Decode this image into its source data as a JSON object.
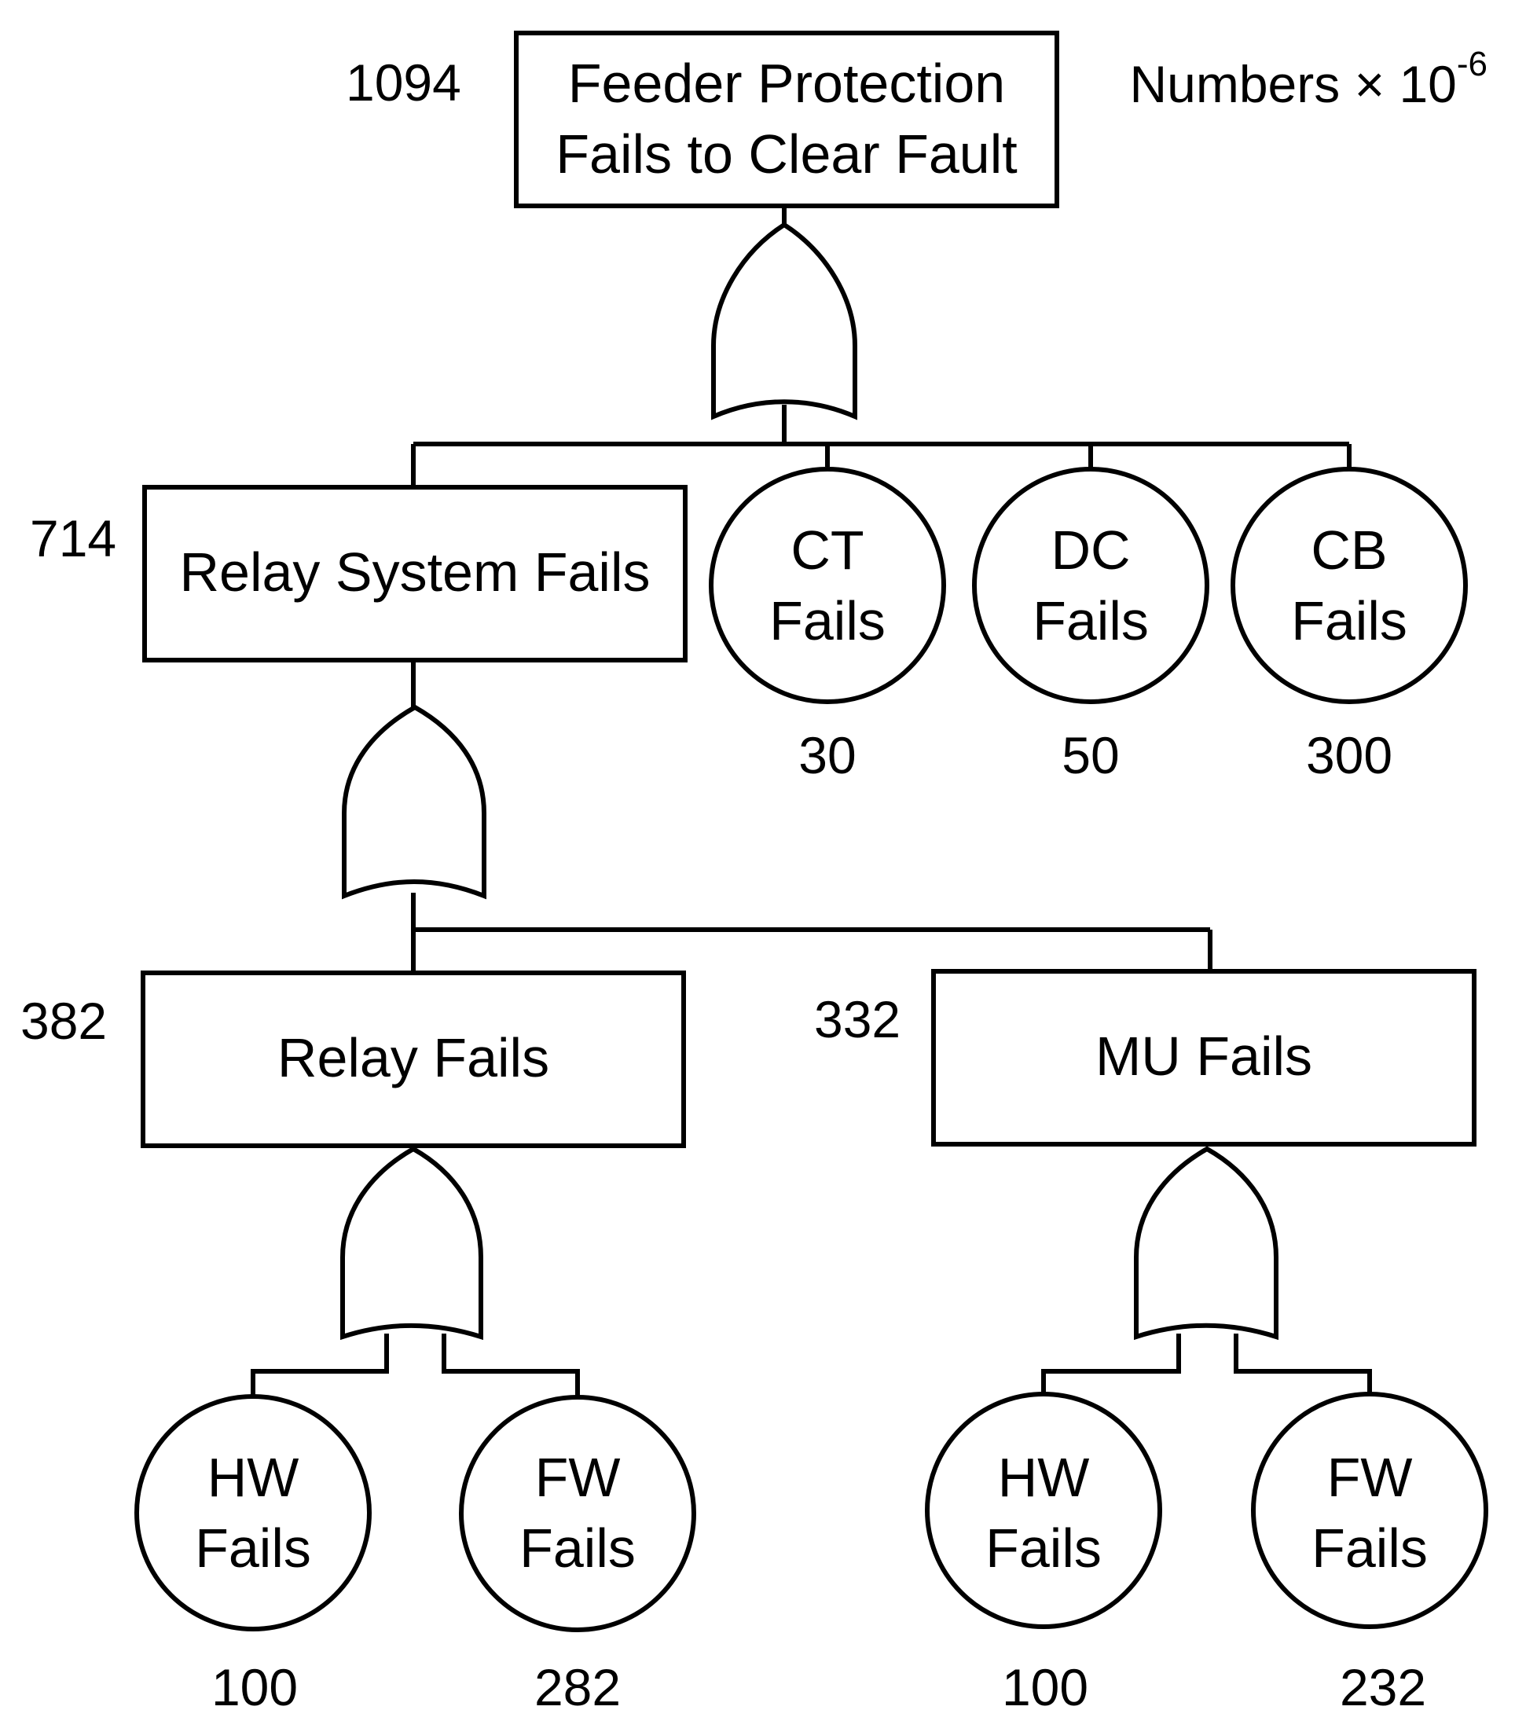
{
  "note": {
    "text": "Numbers × 10",
    "exponent": "-6"
  },
  "events": {
    "top": {
      "line1": "Feeder Protection",
      "line2": "Fails to Clear Fault",
      "value": "1094"
    },
    "relay_system": {
      "label": "Relay System Fails",
      "value": "714"
    },
    "ct": {
      "line1": "CT",
      "line2": "Fails",
      "value": "30"
    },
    "dc": {
      "line1": "DC",
      "line2": "Fails",
      "value": "50"
    },
    "cb": {
      "line1": "CB",
      "line2": "Fails",
      "value": "300"
    },
    "relay": {
      "label": "Relay Fails",
      "value": "382"
    },
    "mu": {
      "label": "MU Fails",
      "value": "332"
    },
    "relay_hw": {
      "line1": "HW",
      "line2": "Fails",
      "value": "100"
    },
    "relay_fw": {
      "line1": "FW",
      "line2": "Fails",
      "value": "282"
    },
    "mu_hw": {
      "line1": "HW",
      "line2": "Fails",
      "value": "100"
    },
    "mu_fw": {
      "line1": "FW",
      "line2": "Fails",
      "value": "232"
    }
  }
}
